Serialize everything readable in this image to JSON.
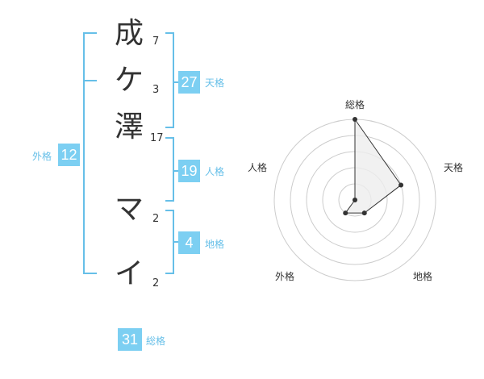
{
  "name_chars": [
    {
      "char": "成",
      "strokes": "7"
    },
    {
      "char": "ケ",
      "strokes": "3"
    },
    {
      "char": "澤",
      "strokes": "17"
    },
    {
      "char": "マ",
      "strokes": "2"
    },
    {
      "char": "イ",
      "strokes": "2"
    }
  ],
  "scores": {
    "tenkaku": {
      "label": "天格",
      "value": "27"
    },
    "jinkaku": {
      "label": "人格",
      "value": "19"
    },
    "chikaku": {
      "label": "地格",
      "value": "4"
    },
    "gaikaku": {
      "label": "外格",
      "value": "12"
    },
    "soukaku": {
      "label": "総格",
      "value": "31"
    }
  },
  "radar": {
    "axes": [
      "総格",
      "天格",
      "地格",
      "外格",
      "人格"
    ],
    "levels": 5,
    "values": [
      5,
      3,
      1,
      1,
      0
    ],
    "colors": {
      "line": "#333333",
      "fill": "#eeeeee",
      "ring": "#cccccc",
      "center": "#bbbbbb"
    }
  },
  "colors": {
    "accent": "#7ccff2",
    "accent_text": "#66bfe8"
  }
}
